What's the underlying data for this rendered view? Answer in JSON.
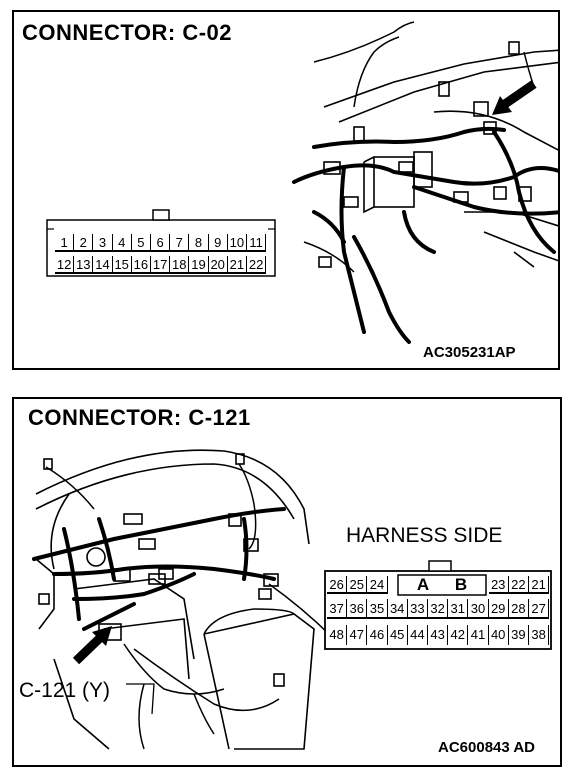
{
  "panel1": {
    "title": "CONNECTOR: C-02",
    "figure_id": "AC305231AP",
    "connector": {
      "row1": [
        "1",
        "2",
        "3",
        "4",
        "5",
        "6",
        "7",
        "8",
        "9",
        "10",
        "11"
      ],
      "row2": [
        "12",
        "13",
        "14",
        "15",
        "16",
        "17",
        "18",
        "19",
        "20",
        "21",
        "22"
      ]
    }
  },
  "panel2": {
    "title": "CONNECTOR: C-121",
    "figure_id": "AC600843 AD",
    "harness_side": "HARNESS SIDE",
    "callout": "C-121 (Y)",
    "connector": {
      "row1_left": [
        "26",
        "25",
        "24"
      ],
      "row1_mid": [
        "A",
        "B"
      ],
      "row1_right": [
        "23",
        "22",
        "21"
      ],
      "row2": [
        "37",
        "36",
        "35",
        "34",
        "33",
        "32",
        "31",
        "30",
        "29",
        "28",
        "27"
      ],
      "row3": [
        "48",
        "47",
        "46",
        "45",
        "44",
        "43",
        "42",
        "41",
        "40",
        "39",
        "38"
      ]
    }
  }
}
